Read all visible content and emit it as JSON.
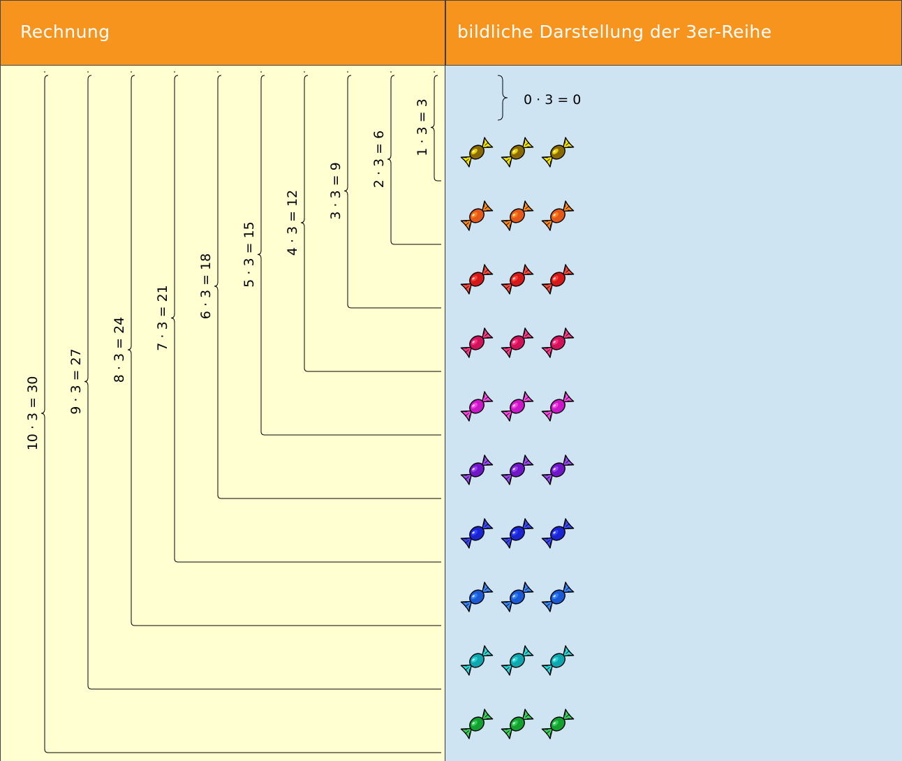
{
  "header": {
    "left_title": "Rechnung",
    "right_title": "bildliche Darstellung der 3er-Reihe"
  },
  "zero_equation": "0 · 3 = 0",
  "equations": [
    {
      "factor": 1,
      "label": "1 · 3 = 3"
    },
    {
      "factor": 2,
      "label": "2 · 3 = 6"
    },
    {
      "factor": 3,
      "label": "3 · 3 = 9"
    },
    {
      "factor": 4,
      "label": "4 · 3 = 12"
    },
    {
      "factor": 5,
      "label": "5 · 3 = 15"
    },
    {
      "factor": 6,
      "label": "6 · 3 = 18"
    },
    {
      "factor": 7,
      "label": "7 · 3 = 21"
    },
    {
      "factor": 8,
      "label": "8 · 3 = 24"
    },
    {
      "factor": 9,
      "label": "9 · 3 = 27"
    },
    {
      "factor": 10,
      "label": "10 · 3 = 30"
    }
  ],
  "candy_rows": [
    {
      "color": "#f2e200",
      "dark": "#8a6a00"
    },
    {
      "color": "#ff8a1a",
      "dark": "#e4581a"
    },
    {
      "color": "#ff4a3a",
      "dark": "#d61818"
    },
    {
      "color": "#ff3a8a",
      "dark": "#d0125a"
    },
    {
      "color": "#ff4ae8",
      "dark": "#c818c8"
    },
    {
      "color": "#a04af5",
      "dark": "#7016c8"
    },
    {
      "color": "#3a4aff",
      "dark": "#1a24d0"
    },
    {
      "color": "#3a8aff",
      "dark": "#1a5ad6"
    },
    {
      "color": "#2adada",
      "dark": "#10a6b0"
    },
    {
      "color": "#3ad25a",
      "dark": "#14a030"
    }
  ],
  "candies_per_row": 3
}
